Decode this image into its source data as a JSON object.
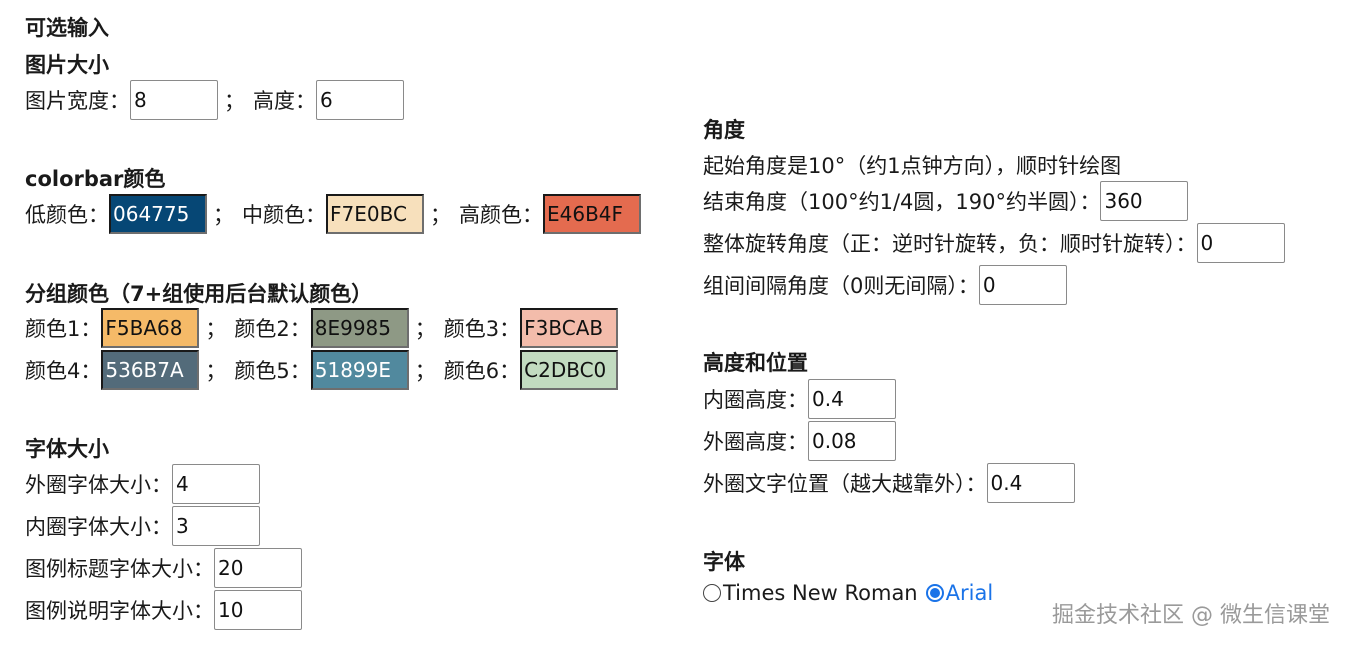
{
  "left": {
    "optional_title": "可选输入",
    "image_size": {
      "heading": "图片大小",
      "width_label": "图片宽度：",
      "width_value": "8",
      "sep": "；",
      "height_label": "高度：",
      "height_value": "6"
    },
    "colorbar": {
      "heading": "colorbar颜色",
      "low_label": "低颜色：",
      "low_value": "064775",
      "mid_label": "中颜色：",
      "mid_value": "F7E0BC",
      "high_label": "高颜色：",
      "high_value": "E46B4F",
      "sep": "；",
      "colors": {
        "low": "#064775",
        "mid": "#F7E0BC",
        "high": "#E46B4F"
      }
    },
    "group_colors": {
      "heading": "分组颜色（7+组使用后台默认颜色）",
      "sep": "；",
      "items": [
        {
          "label": "颜色1：",
          "value": "F5BA68",
          "hex": "#F5BA68"
        },
        {
          "label": "颜色2：",
          "value": "8E9985",
          "hex": "#8E9985"
        },
        {
          "label": "颜色3：",
          "value": "F3BCAB",
          "hex": "#F3BCAB"
        },
        {
          "label": "颜色4：",
          "value": "536B7A",
          "hex": "#536B7A"
        },
        {
          "label": "颜色5：",
          "value": "51899E",
          "hex": "#51899E"
        },
        {
          "label": "颜色6：",
          "value": "C2DBC0",
          "hex": "#C2DBC0"
        }
      ]
    },
    "font_size": {
      "heading": "字体大小",
      "outer_label": "外圈字体大小：",
      "outer_value": "4",
      "inner_label": "内圈字体大小：",
      "inner_value": "3",
      "legend_title_label": "图例标题字体大小：",
      "legend_title_value": "20",
      "legend_desc_label": "图例说明字体大小：",
      "legend_desc_value": "10"
    }
  },
  "right": {
    "angle": {
      "heading": "角度",
      "start_note": "起始角度是10°（约1点钟方向），顺时针绘图",
      "end_label": "结束角度（100°约1/4圆，190°约半圆）：",
      "end_value": "360",
      "rotate_label": "整体旋转角度（正：逆时针旋转，负：顺时针旋转）：",
      "rotate_value": "0",
      "gap_label": "组间间隔角度（0则无间隔）：",
      "gap_value": "0"
    },
    "height_pos": {
      "heading": "高度和位置",
      "inner_label": "内圈高度：",
      "inner_value": "0.4",
      "outer_label": "外圈高度：",
      "outer_value": "0.08",
      "text_pos_label": "外圈文字位置（越大越靠外）：",
      "text_pos_value": "0.4"
    },
    "font": {
      "heading": "字体",
      "option1": "Times New Roman",
      "option2": "Arial",
      "selected": "Arial"
    }
  },
  "watermark": "掘金技术社区 @ 微生信课堂"
}
